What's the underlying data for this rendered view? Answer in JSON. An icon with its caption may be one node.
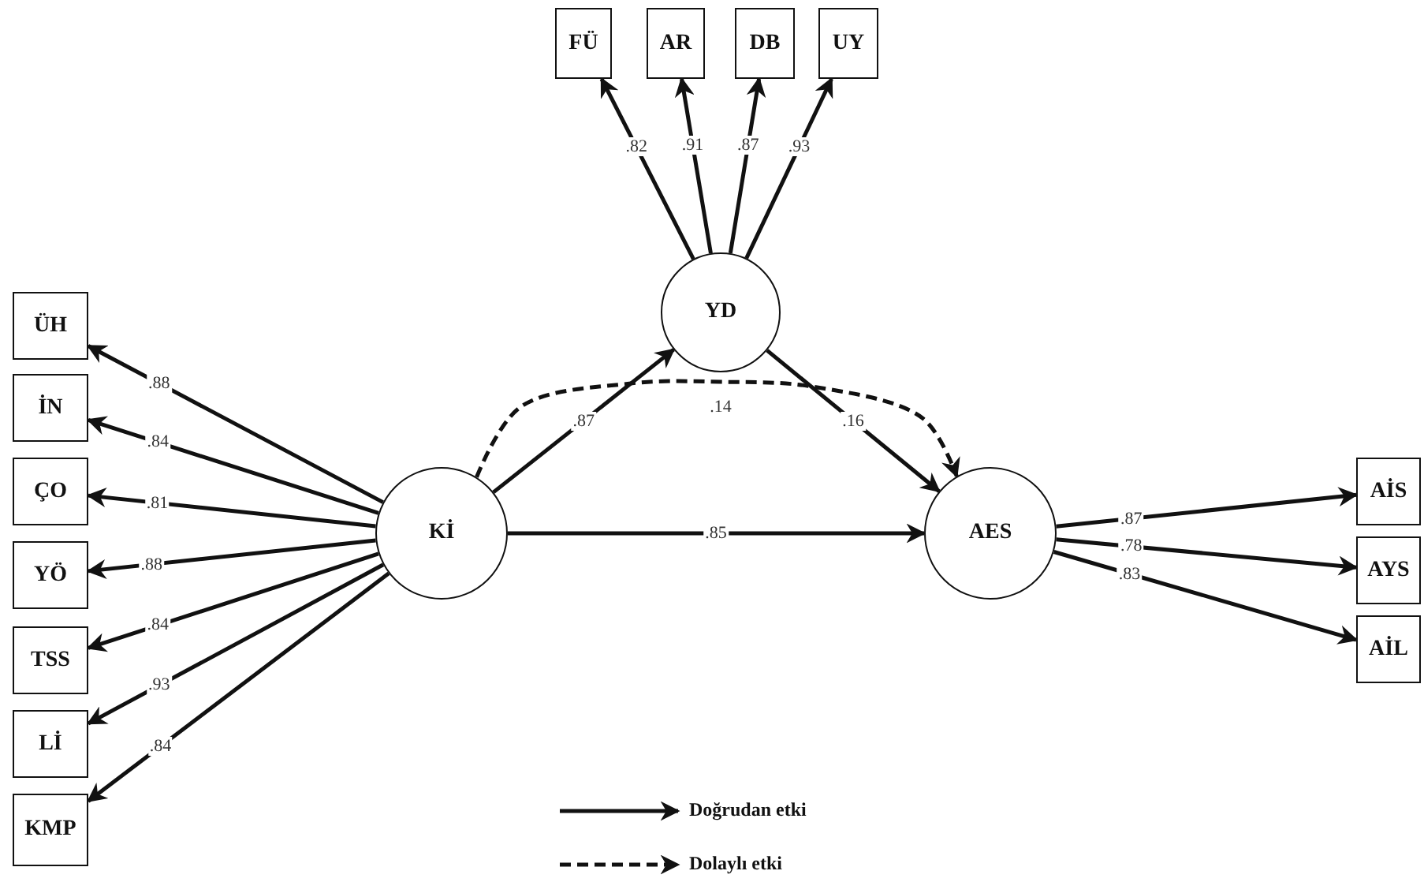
{
  "diagram": {
    "nodes": [
      {
        "text": [
          "FÜ"
        ]
      },
      {
        "text": [
          "AR"
        ]
      },
      {
        "text": [
          "DB"
        ]
      },
      {
        "text": [
          "UY"
        ]
      },
      {
        "text": [
          "YD"
        ]
      },
      {
        "text": [
          "ÜH"
        ]
      },
      {
        "text": [
          "İN"
        ]
      },
      {
        "text": [
          "ÇO"
        ]
      },
      {
        "text": [
          "YÖ"
        ]
      },
      {
        "text": [
          "TSS"
        ]
      },
      {
        "text": [
          "Lİ"
        ]
      },
      {
        "text": [
          "KMP"
        ]
      },
      {
        "text": [
          "Kİ"
        ]
      },
      {
        "text": [
          "AES"
        ]
      },
      {
        "text": [
          "AİS"
        ]
      },
      {
        "text": [
          "AYS"
        ]
      },
      {
        "text": [
          "AİL"
        ]
      }
    ],
    "edges": [
      {
        "from": 4,
        "to": 0,
        "arrow": "to",
        "label": ".82"
      },
      {
        "from": 4,
        "to": 1,
        "arrow": "to",
        "label": ".91"
      },
      {
        "from": 4,
        "to": 2,
        "arrow": "to",
        "label": ".87"
      },
      {
        "from": 4,
        "to": 3,
        "arrow": "to",
        "label": ".93"
      },
      {
        "from": 12,
        "to": 5,
        "arrow": "to",
        "label": ".88"
      },
      {
        "from": 12,
        "to": 6,
        "arrow": "to",
        "label": ".84"
      },
      {
        "from": 12,
        "to": 7,
        "arrow": "to",
        "label": ".81"
      },
      {
        "from": 12,
        "to": 8,
        "arrow": "to",
        "label": ".88"
      },
      {
        "from": 12,
        "to": 9,
        "arrow": "to",
        "label": ".84"
      },
      {
        "from": 12,
        "to": 10,
        "arrow": "to",
        "label": ".93"
      },
      {
        "from": 12,
        "to": 11,
        "arrow": "to",
        "label": ".84"
      },
      {
        "from": 12,
        "to": 4,
        "arrow": "to",
        "label": ".87"
      },
      {
        "from": 4,
        "to": 13,
        "arrow": "to",
        "label": ".16"
      },
      {
        "from": 12,
        "to": 13,
        "arrow": "to",
        "label": ".85"
      },
      {
        "from": 12,
        "to": 13,
        "arrow": "to",
        "label": ".14",
        "style": "dashed"
      },
      {
        "from": 13,
        "to": 14,
        "arrow": "to",
        "label": ".87"
      },
      {
        "from": 13,
        "to": 15,
        "arrow": "to",
        "label": ".78"
      },
      {
        "from": 13,
        "to": 16,
        "arrow": "to",
        "label": ".83"
      }
    ],
    "legend": [
      {
        "text": "Doğrudan etki"
      },
      {
        "text": "Dolaylı etki"
      }
    ]
  }
}
